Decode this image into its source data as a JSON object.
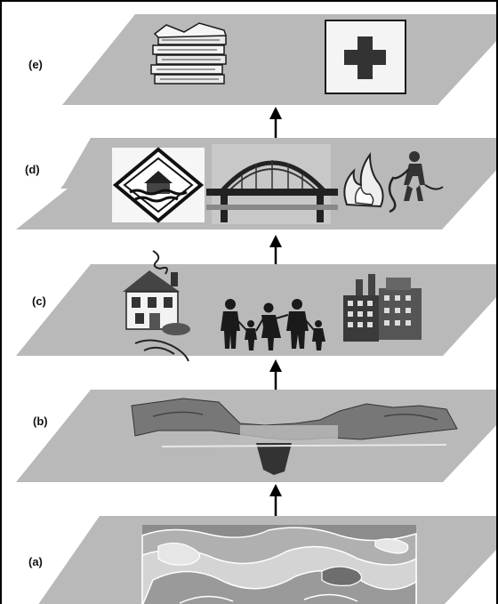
{
  "layers": [
    {
      "id": "a",
      "label": "(a)",
      "content": [
        "contour-map"
      ]
    },
    {
      "id": "b",
      "label": "(b)",
      "content": [
        "terrain-cross-section"
      ]
    },
    {
      "id": "c",
      "label": "(c)",
      "content": [
        "house",
        "family",
        "factory"
      ]
    },
    {
      "id": "d",
      "label": "(d)",
      "content": [
        "flood-sign",
        "bridge",
        "fire",
        "firefighter"
      ]
    },
    {
      "id": "e",
      "label": "(e)",
      "content": [
        "money-stack",
        "medical-cross"
      ]
    }
  ],
  "colors": {
    "plane": "#b9b9b9",
    "plane_dark": "#a6a6a6",
    "arrow": "#000000",
    "ink": "#1a1a1a"
  }
}
